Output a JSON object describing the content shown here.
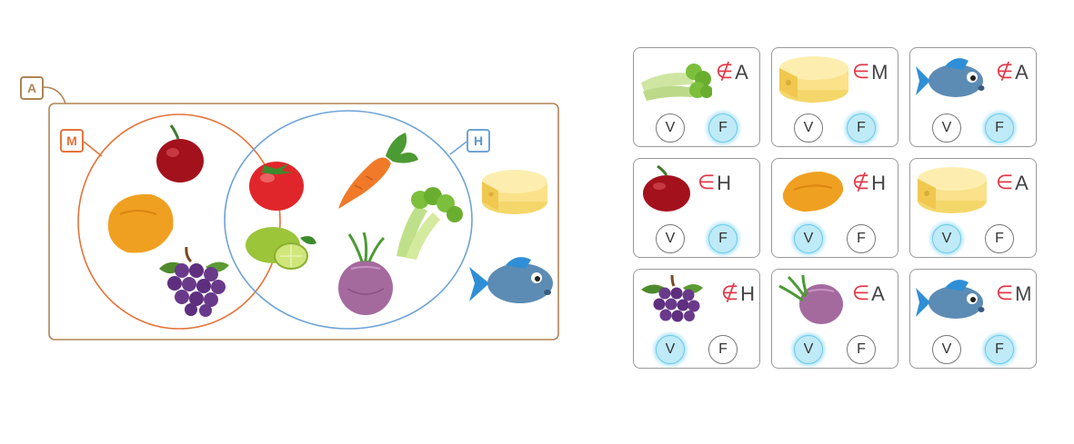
{
  "venn": {
    "universe_label": "A",
    "sets": [
      {
        "label": "M",
        "color": "#e5733a"
      },
      {
        "label": "H",
        "color": "#6ea3d6"
      }
    ],
    "universe_color": "#b08457",
    "regions": {
      "only_M": [
        "cherry-icon",
        "papaya-icon",
        "grapes-icon"
      ],
      "M_and_H": [
        "tomato-icon",
        "lime-icon"
      ],
      "only_H": [
        "carrot-icon",
        "celery-icon",
        "onion-icon"
      ],
      "outside": [
        "cheese-icon",
        "fish-icon"
      ]
    }
  },
  "cards": [
    {
      "item": "celery-icon",
      "symbol": "∉",
      "set": "A",
      "v_label": "V",
      "f_label": "F",
      "selected": "F"
    },
    {
      "item": "cheese-icon",
      "symbol": "∈",
      "set": "M",
      "v_label": "V",
      "f_label": "F",
      "selected": "F"
    },
    {
      "item": "fish-icon",
      "symbol": "∉",
      "set": "A",
      "v_label": "V",
      "f_label": "F",
      "selected": "F"
    },
    {
      "item": "cherry-icon",
      "symbol": "∈",
      "set": "H",
      "v_label": "V",
      "f_label": "F",
      "selected": "F"
    },
    {
      "item": "papaya-icon",
      "symbol": "∉",
      "set": "H",
      "v_label": "V",
      "f_label": "F",
      "selected": "V"
    },
    {
      "item": "cheese-icon",
      "symbol": "∈",
      "set": "A",
      "v_label": "V",
      "f_label": "F",
      "selected": "V"
    },
    {
      "item": "grapes-icon",
      "symbol": "∉",
      "set": "H",
      "v_label": "V",
      "f_label": "F",
      "selected": "V"
    },
    {
      "item": "onion-icon",
      "symbol": "∈",
      "set": "A",
      "v_label": "V",
      "f_label": "F",
      "selected": "V"
    },
    {
      "item": "fish-icon",
      "symbol": "∈",
      "set": "M",
      "v_label": "V",
      "f_label": "F",
      "selected": "F"
    }
  ],
  "selected_color": "#bfeaf7"
}
